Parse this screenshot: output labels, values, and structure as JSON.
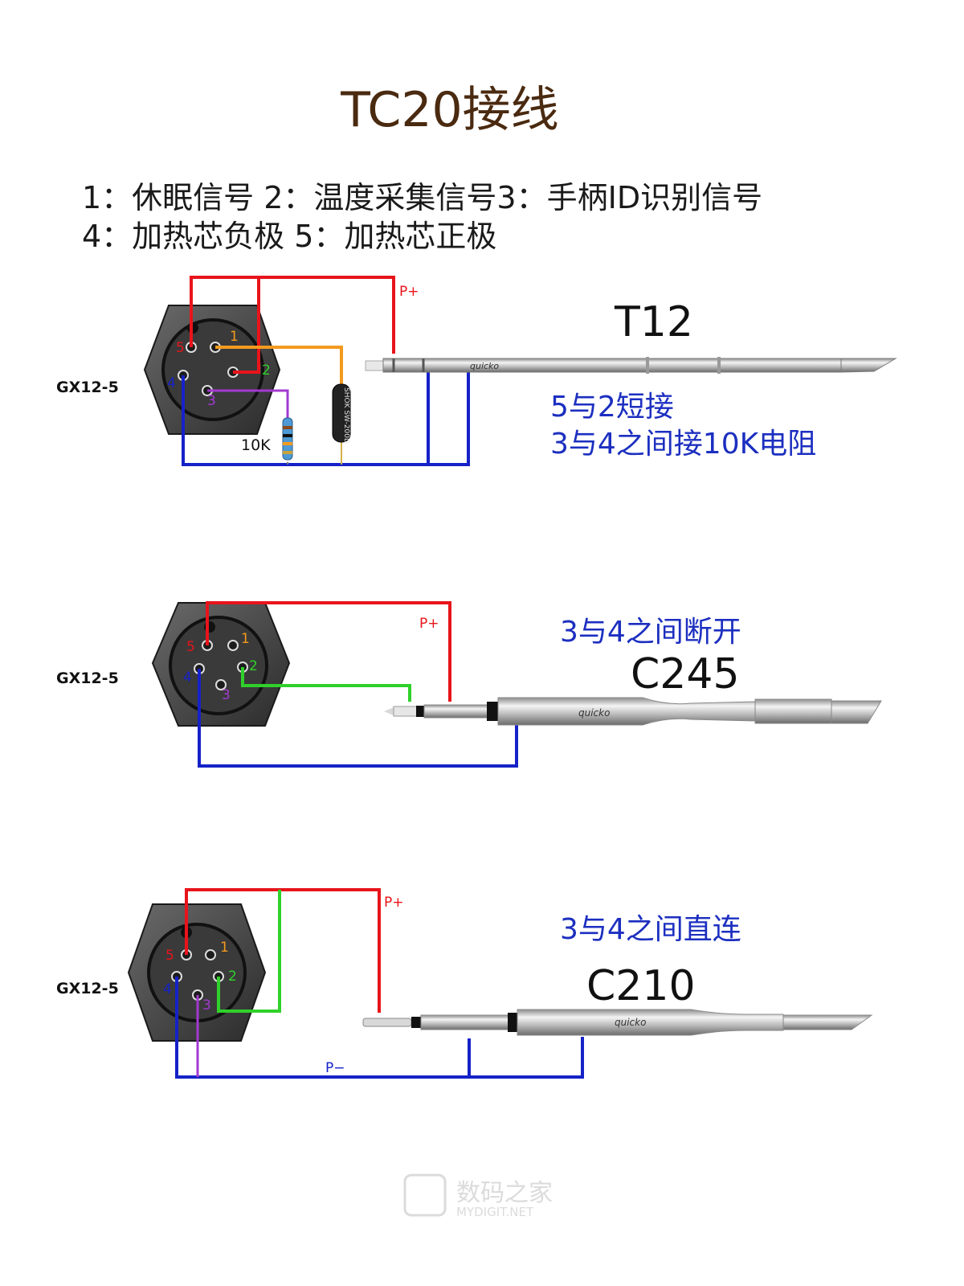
{
  "title": "TC20接线",
  "legend": {
    "line1": "1：休眠信号 2：温度采集信号3：手柄ID识别信号",
    "line2": "4：加热芯负极 5：加热芯正极"
  },
  "colors": {
    "red": "#e8141b",
    "blue": "#1522c8",
    "orange": "#f39a1e",
    "green": "#2fd12a",
    "purple": "#a339d1",
    "note": "#1c2fc0",
    "title": "#4a2a10"
  },
  "pins": [
    "5",
    "1",
    "2",
    "4",
    "3"
  ],
  "sections": [
    {
      "connector_label": "GX12-5",
      "tip_name": "T12",
      "notes": [
        "5与2短接",
        "3与4之间接10K电阻"
      ],
      "p_plus": "P+",
      "resistor_label": "10K",
      "sensor_text": "SHOK SW-200D",
      "brand": "quicko"
    },
    {
      "connector_label": "GX12-5",
      "tip_name": "C245",
      "notes": [
        "3与4之间断开"
      ],
      "p_plus": "P+",
      "brand": "quicko"
    },
    {
      "connector_label": "GX12-5",
      "tip_name": "C210",
      "notes": [
        "3与4之间直连"
      ],
      "p_plus": "P+",
      "p_minus": "P−",
      "brand": "quicko"
    }
  ],
  "watermark": {
    "cn": "数码之家",
    "en": "MYDIGIT.NET"
  }
}
